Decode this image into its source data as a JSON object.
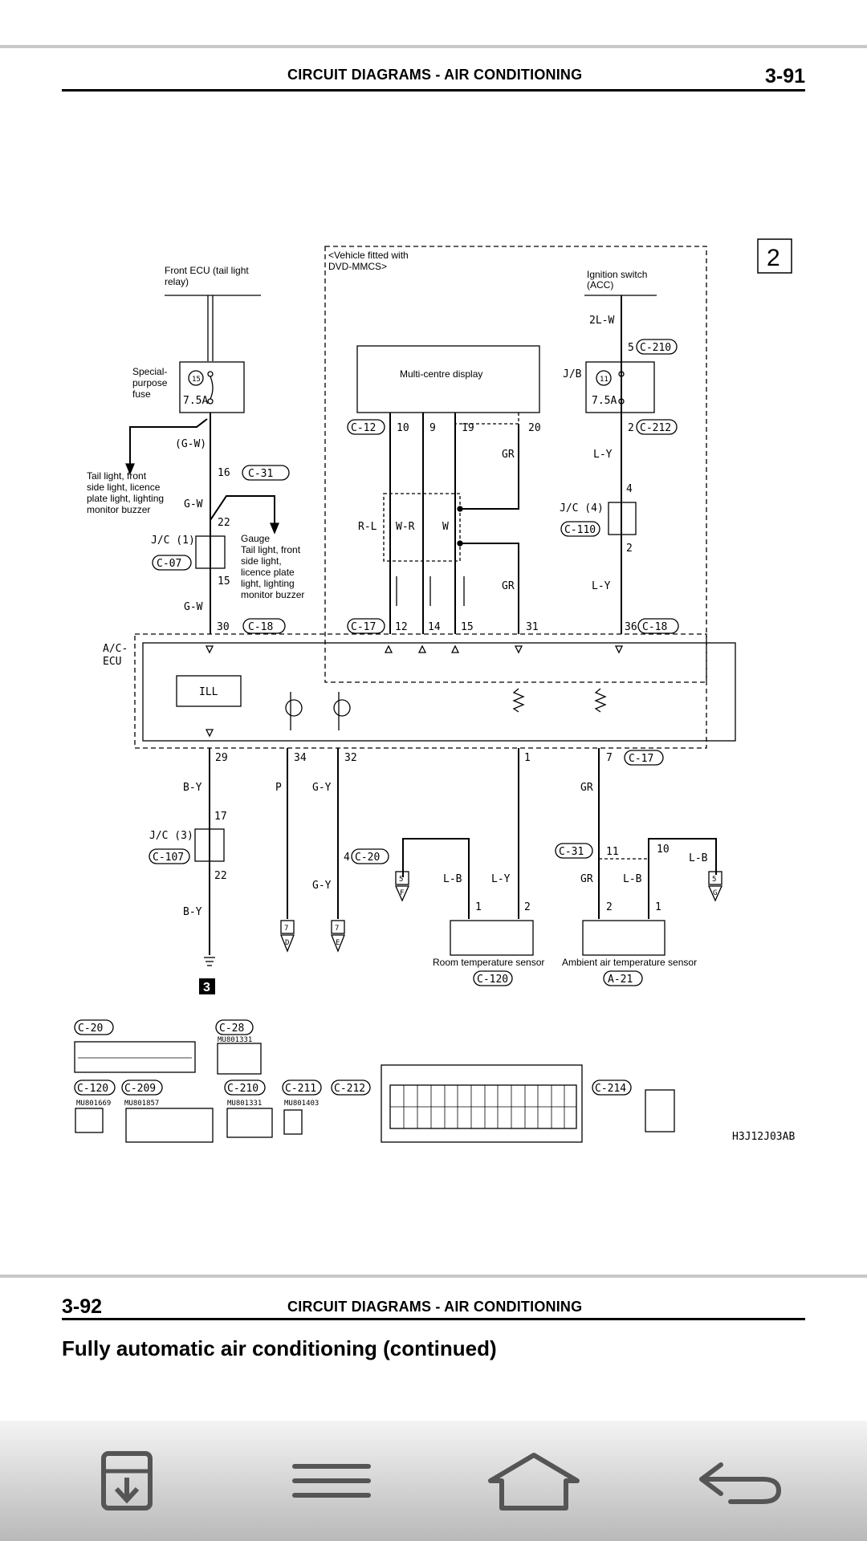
{
  "page_top": {
    "header_title": "CIRCUIT DIAGRAMS - AIR CONDITIONING",
    "page_number": "3-91"
  },
  "diagram": {
    "page_marker": "2",
    "dvd_note": [
      "<Vehicle fitted with",
      "DVD-MMCS>"
    ],
    "front_ecu": [
      "Front ECU (tail light",
      "relay)"
    ],
    "special_fuse": [
      "Special-",
      "purpose",
      "fuse"
    ],
    "fuse15_num": "15",
    "fuse15_rating": "7.5A",
    "ignition": [
      "Ignition switch",
      "(ACC)"
    ],
    "jb_label": "J/B",
    "fuse11_num": "11",
    "fuse11_rating": "7.5A",
    "multi_centre": "Multi-centre display",
    "tail_light_note": [
      "Tail light, front",
      "side light, licence",
      "plate light, lighting",
      "monitor buzzer"
    ],
    "gauge_note": [
      "Gauge",
      "Tail light, front",
      "side light,",
      "licence plate",
      "light, lighting",
      "monitor buzzer"
    ],
    "ac_ecu": [
      "A/C-",
      "ECU"
    ],
    "ill": "ILL",
    "room_sensor": "Room temperature sensor",
    "ambient_sensor": "Ambient air temperature sensor",
    "ground_ref": "3",
    "drawing_code": "H3J12J03AB",
    "wire_colors": {
      "gw1": "(G-W)",
      "gw2": "G-W",
      "gw3": "G-W",
      "two_lw": "2L-W",
      "ly1": "L-Y",
      "ly2": "L-Y",
      "gr1": "GR",
      "gr2": "GR",
      "rl": "R-L",
      "wr": "W-R",
      "w": "W",
      "by1": "B-Y",
      "by2": "B-Y",
      "p": "P",
      "gy1": "G-Y",
      "gy2": "G-Y",
      "lb1": "L-B",
      "ly3": "L-Y",
      "gr3": "GR",
      "gr4": "GR",
      "lb2": "L-B",
      "lb3": "L-B"
    },
    "junctions": {
      "jc1": "J/C (1)",
      "jc4": "J/C (4)",
      "jc3": "J/C (3)"
    },
    "connectors": {
      "c31": "C-31",
      "c07": "C-07",
      "c18a": "C-18",
      "c18b": "C-18",
      "c210": "C-210",
      "c212": "C-212",
      "c12": "C-12",
      "c17a": "C-17",
      "c17b": "C-17",
      "c110": "C-110",
      "c107": "C-107",
      "c20": "C-20",
      "c120": "C-120",
      "a21": "A-21",
      "c31b": "C-31"
    },
    "pins": {
      "p16": "16",
      "p22a": "22",
      "p15a": "15",
      "p30": "30",
      "p5": "5",
      "p2a": "2",
      "p4": "4",
      "p2b": "2",
      "p36": "36",
      "p10": "10",
      "p9": "9",
      "p19": "19",
      "p20": "20",
      "p12": "12",
      "p14": "14",
      "p15b": "15",
      "p31": "31",
      "p29": "29",
      "p34": "34",
      "p32": "32",
      "p1": "1",
      "p7": "7",
      "p17": "17",
      "p22b": "22",
      "p4b": "4",
      "p11": "11",
      "p10b": "10",
      "r1": "1",
      "r2": "2",
      "a2": "2",
      "a1": "1"
    },
    "refs": {
      "f5": "5",
      "fF": "F",
      "g5": "5",
      "gG": "G",
      "d7": "7",
      "dD": "D",
      "e7": "7",
      "eE": "E"
    },
    "legend": {
      "c20": "C-20",
      "c28": "C-28",
      "c28_part": "MU801331",
      "c120": "C-120",
      "c120_part": "MU801669",
      "c209": "C-209",
      "c209_part": "MU801857",
      "c210": "C-210",
      "c210_part": "MU801331",
      "c211": "C-211",
      "c211_part": "MU801403",
      "c212": "C-212",
      "c214": "C-214"
    }
  },
  "page_bottom": {
    "page_number": "3-92",
    "header_title": "CIRCUIT DIAGRAMS - AIR CONDITIONING",
    "section_title": "Fully automatic air conditioning (continued)"
  },
  "navbar": {
    "buttons": [
      "download-icon",
      "menu-icon",
      "home-icon",
      "back-icon"
    ],
    "accent": "#555555"
  }
}
